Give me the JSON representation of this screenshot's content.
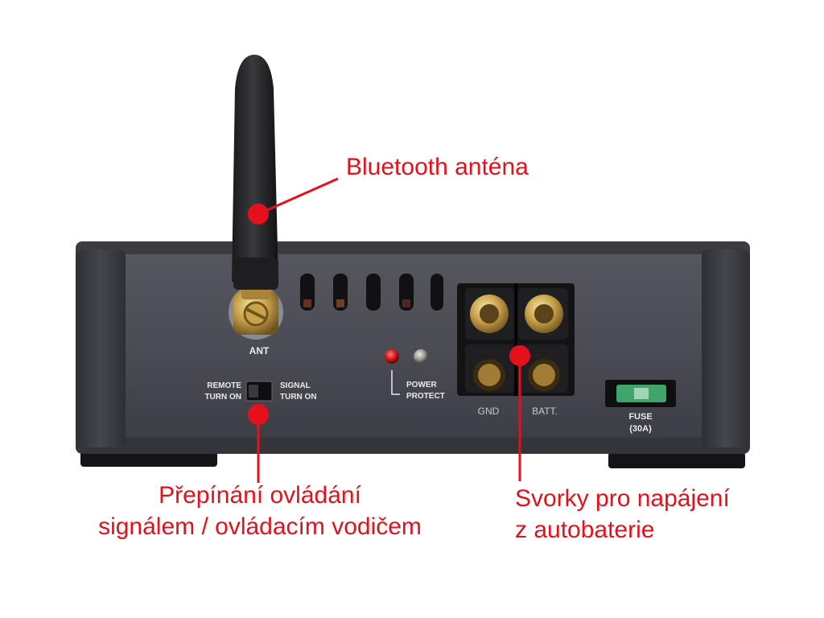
{
  "device": {
    "ant_label": "ANT",
    "remote_label": [
      "REMOTE",
      "TURN ON"
    ],
    "signal_label": [
      "SIGNAL",
      "TURN ON"
    ],
    "power_label": "POWER",
    "protect_label": "PROTECT",
    "gnd_label": "GND",
    "batt_label": "BATT.",
    "fuse_label": "FUSE",
    "fuse_rating": "(30A)"
  },
  "callouts": {
    "antenna": [
      "Bluetooth anténa"
    ],
    "switch": [
      "Přepínání ovládání",
      "signálem / ovládacím vodičem"
    ],
    "terminals": [
      "Svorky pro napájení",
      "z autobaterie"
    ]
  },
  "colors": {
    "accent": "#e4101b",
    "chassis": "#4a4b52",
    "chassis_dark": "#2b2c30",
    "label": "#e9e9ee",
    "led_power": "#d3181c",
    "fuse": "#3fa56b"
  }
}
